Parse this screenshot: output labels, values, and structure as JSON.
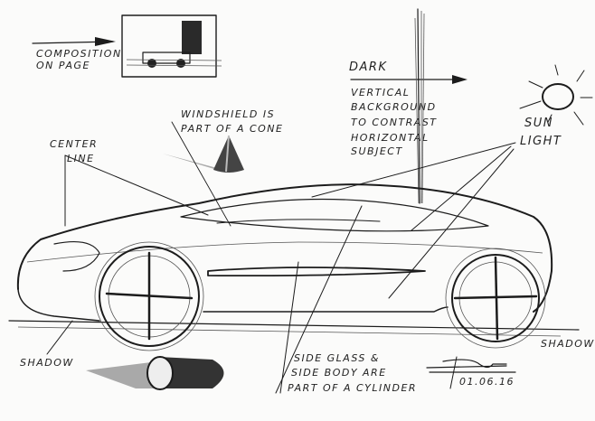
{
  "annotations": {
    "composition": [
      "COMPOSITION",
      "ON PAGE"
    ],
    "windshield": [
      "WINDSHIELD IS",
      "PART OF A CONE"
    ],
    "center_line": [
      "CENTER",
      "LINE"
    ],
    "dark": "DARK",
    "background": [
      "VERTICAL",
      "BACKGROUND",
      "TO CONTRAST",
      "HORIZONTAL",
      "SUBJECT"
    ],
    "sun": [
      "SUN",
      "LIGHT"
    ],
    "shadow_left": "SHADOW",
    "shadow_right": "SHADOW",
    "side_glass": [
      "SIDE GLASS &",
      "SIDE BODY ARE",
      "PART OF A CYLINDER"
    ],
    "date": "01.06.16"
  },
  "colors": {
    "ink": "#1c1c1c",
    "paper": "#fbfbfa"
  }
}
